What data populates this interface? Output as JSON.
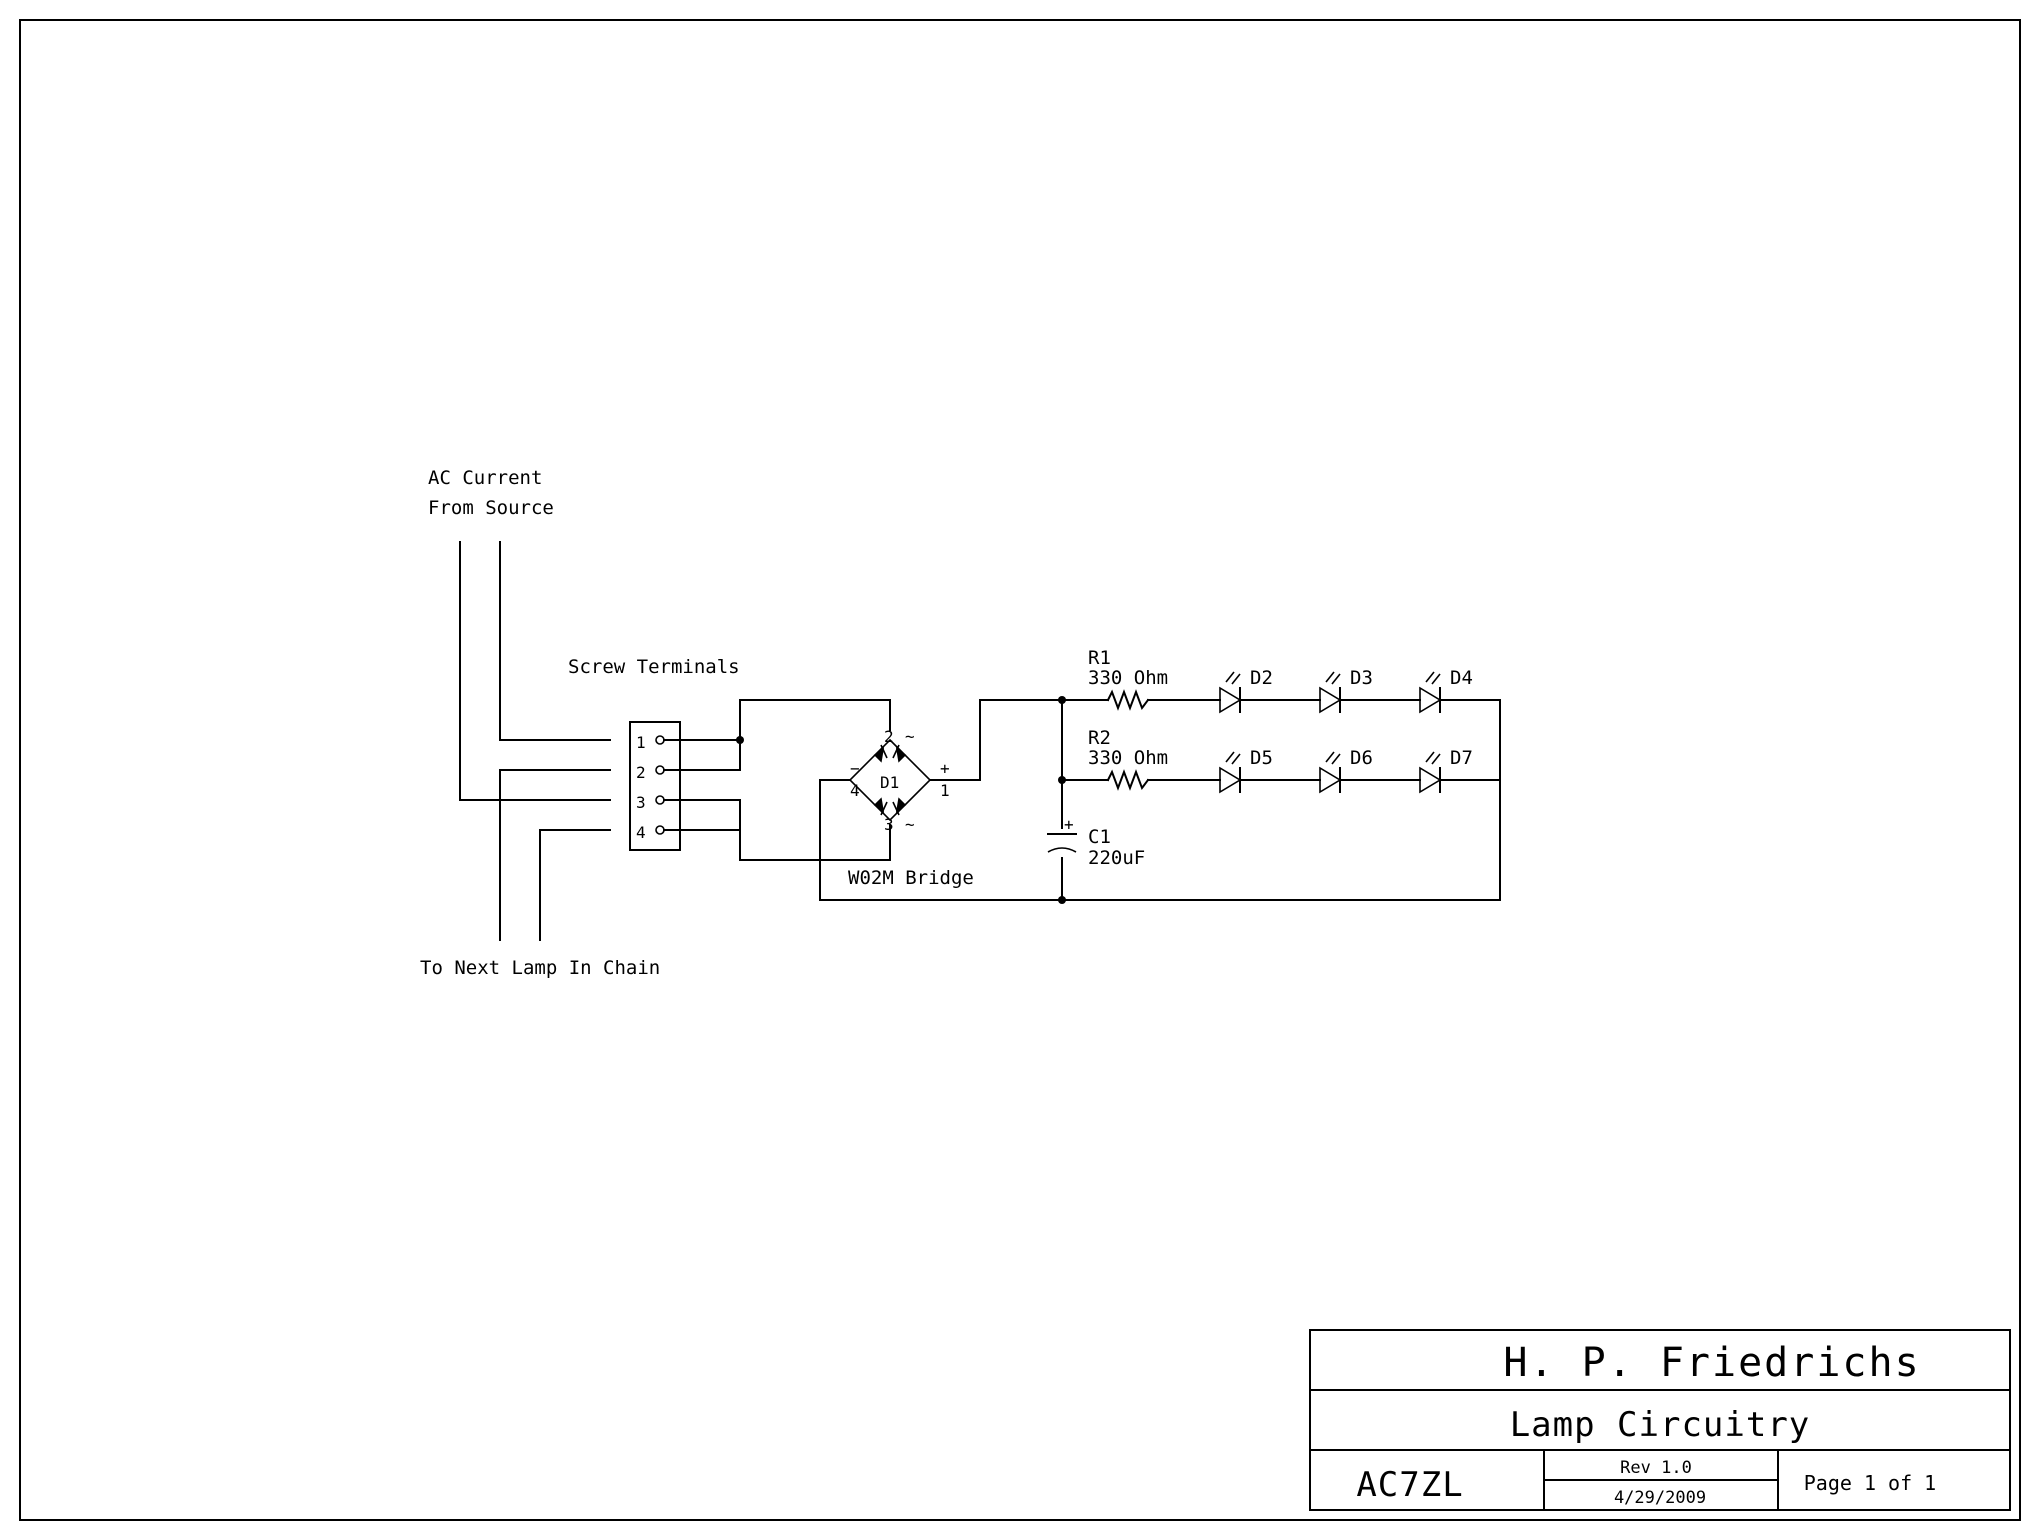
{
  "labels": {
    "ac_source_line1": "AC Current",
    "ac_source_line2": "From Source",
    "screw_terminals": "Screw Terminals",
    "next_lamp": "To Next Lamp In Chain",
    "bridge_name": "W02M Bridge"
  },
  "terminal_block": {
    "pins": [
      "1",
      "2",
      "3",
      "4"
    ]
  },
  "bridge": {
    "ref": "D1",
    "pins": {
      "p1": "1",
      "p2": "2",
      "p3": "3",
      "p4": "4"
    },
    "polarity": {
      "plus": "+",
      "minus": "−",
      "ac_top": "~",
      "ac_bottom": "~"
    }
  },
  "components": {
    "r1": {
      "ref": "R1",
      "value": "330 Ohm"
    },
    "r2": {
      "ref": "R2",
      "value": "330 Ohm"
    },
    "c1": {
      "ref": "C1",
      "value": "220uF",
      "plus": "+"
    },
    "leds_row1": [
      "D2",
      "D3",
      "D4"
    ],
    "leds_row2": [
      "D5",
      "D6",
      "D7"
    ]
  },
  "title_block": {
    "author": "H. P. Friedrichs",
    "title": "Lamp Circuitry",
    "callsign": "AC7ZL",
    "revision": "Rev 1.0",
    "date": "4/29/2009",
    "page": "Page 1 of 1"
  }
}
